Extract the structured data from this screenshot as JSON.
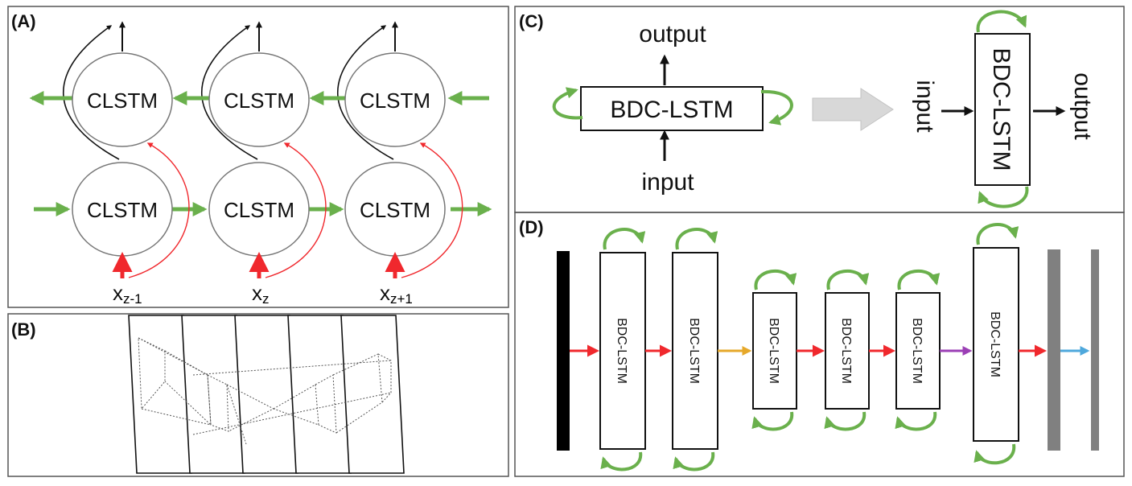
{
  "panels": {
    "a": {
      "label": "(A)"
    },
    "b": {
      "label": "(B)"
    },
    "c": {
      "label": "(C)"
    },
    "d": {
      "label": "(D)"
    }
  },
  "panel_a": {
    "top_nodes": [
      "CLSTM",
      "CLSTM",
      "CLSTM"
    ],
    "bottom_nodes": [
      "CLSTM",
      "CLSTM",
      "CLSTM"
    ],
    "inputs": [
      {
        "base": "x",
        "sub": "z-1"
      },
      {
        "base": "x",
        "sub": "z"
      },
      {
        "base": "x",
        "sub": "z+1"
      }
    ]
  },
  "panel_c": {
    "left": {
      "box": "BDC-LSTM",
      "output": "output",
      "input": "input"
    },
    "right": {
      "box": "BDC-LSTM",
      "output": "output",
      "input": "input"
    }
  },
  "panel_d": {
    "blocks": [
      "BDC-LSTM",
      "BDC-LSTM",
      "BDC-LSTM",
      "BDC-LSTM",
      "BDC-LSTM",
      "BDC-LSTM"
    ]
  },
  "colors": {
    "green": "#6ab04c",
    "red": "#f0282d",
    "gold": "#e6a82a",
    "purple": "#9b3fb5",
    "blue": "#4ea8dc",
    "gray_arrow": "#d8d8d8",
    "gray_bar": "#808080"
  }
}
